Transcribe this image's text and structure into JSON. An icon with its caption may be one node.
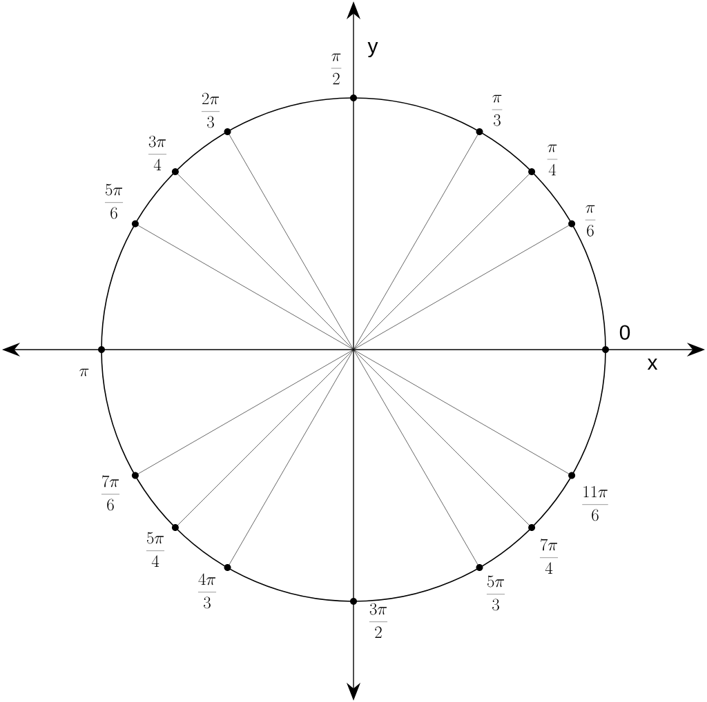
{
  "diagram": {
    "labels": [
      "y",
      "\\frac{\\pi}{2}",
      "\\frac{2\\pi}{3}",
      "\\frac{\\pi}{3}",
      "\\frac{3\\pi}{4}",
      "\\frac{\\pi}{4}",
      "\\frac{5\\pi}{6}",
      "\\frac{\\pi}{6}",
      "0",
      "\\pi",
      "x",
      "\\frac{7\\pi}{6}",
      "\\frac{11\\pi}{6}",
      "\\frac{5\\pi}{4}",
      "\\frac{7\\pi}{4}",
      "\\frac{4\\pi}{3}",
      "\\frac{5\\pi}{3}",
      "\\frac{3\\pi}{2}"
    ]
  }
}
